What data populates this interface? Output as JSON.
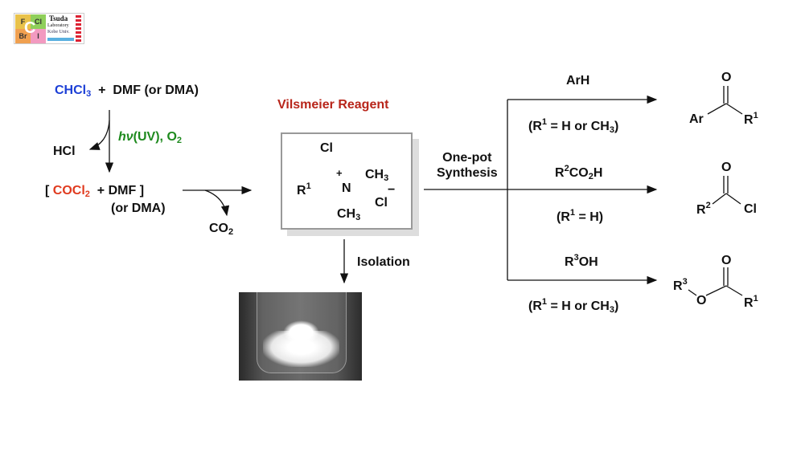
{
  "logo": {
    "cells": [
      "F",
      "Cl",
      "Br",
      "I"
    ],
    "center": "C",
    "line1": "Tsuda",
    "line2": "Laboratory",
    "line3": "Kobe Univ."
  },
  "colors": {
    "chcl3": "#1c3fd6",
    "cocl2": "#e03a1e",
    "light": "#1e8a1e",
    "title": "#b8251a"
  },
  "left": {
    "chcl3": "CHCl",
    "chcl3_sub": "3",
    "plus": "+",
    "dmf_dma": "DMF (or DMA)",
    "hv": "hν",
    "uv_o2": "(UV), O",
    "o2_sub": "2",
    "hcl": "HCl",
    "bracket_open": "[",
    "cocl2": "COCl",
    "cocl2_sub": "2",
    "dmf_close": "+  DMF ]",
    "or_dma": "(or DMA)",
    "co2": "CO",
    "co2_sub": "2"
  },
  "reagent": {
    "title": "Vilsmeier Reagent",
    "cl_top": "Cl",
    "r": "R",
    "r_sup": "1",
    "plus": "+",
    "n": "N",
    "ch3_a": "CH",
    "ch3_b": "CH",
    "sub3": "3",
    "cl": "Cl",
    "minus": "−"
  },
  "isolation": "Isolation",
  "onepot": {
    "line1": "One-pot",
    "line2": "Synthesis"
  },
  "routes": [
    {
      "reagent": "ArH",
      "cond": "(R",
      "cond_sup": "1",
      "cond_rest": " = H or CH",
      "cond_sub": "3",
      "cond_end": ")"
    },
    {
      "reagent_a": "R",
      "reagent_sup": "2",
      "reagent_b": "CO",
      "reagent_sub": "2",
      "reagent_c": "H",
      "cond": "(R",
      "cond_sup": "1",
      "cond_rest": " = H)"
    },
    {
      "reagent_a": "R",
      "reagent_sup": "3",
      "reagent_b": "OH",
      "cond": "(R",
      "cond_sup": "1",
      "cond_rest": " = H or CH",
      "cond_sub": "3",
      "cond_end": ")"
    }
  ],
  "products": [
    {
      "o": "O",
      "left": "Ar",
      "right": "R",
      "right_sup": "1"
    },
    {
      "o": "O",
      "left": "R",
      "left_sup": "2",
      "right": "Cl"
    },
    {
      "o": "O",
      "left": "R",
      "left_sup": "3",
      "mid": "O",
      "right": "R",
      "right_sup": "1"
    }
  ]
}
